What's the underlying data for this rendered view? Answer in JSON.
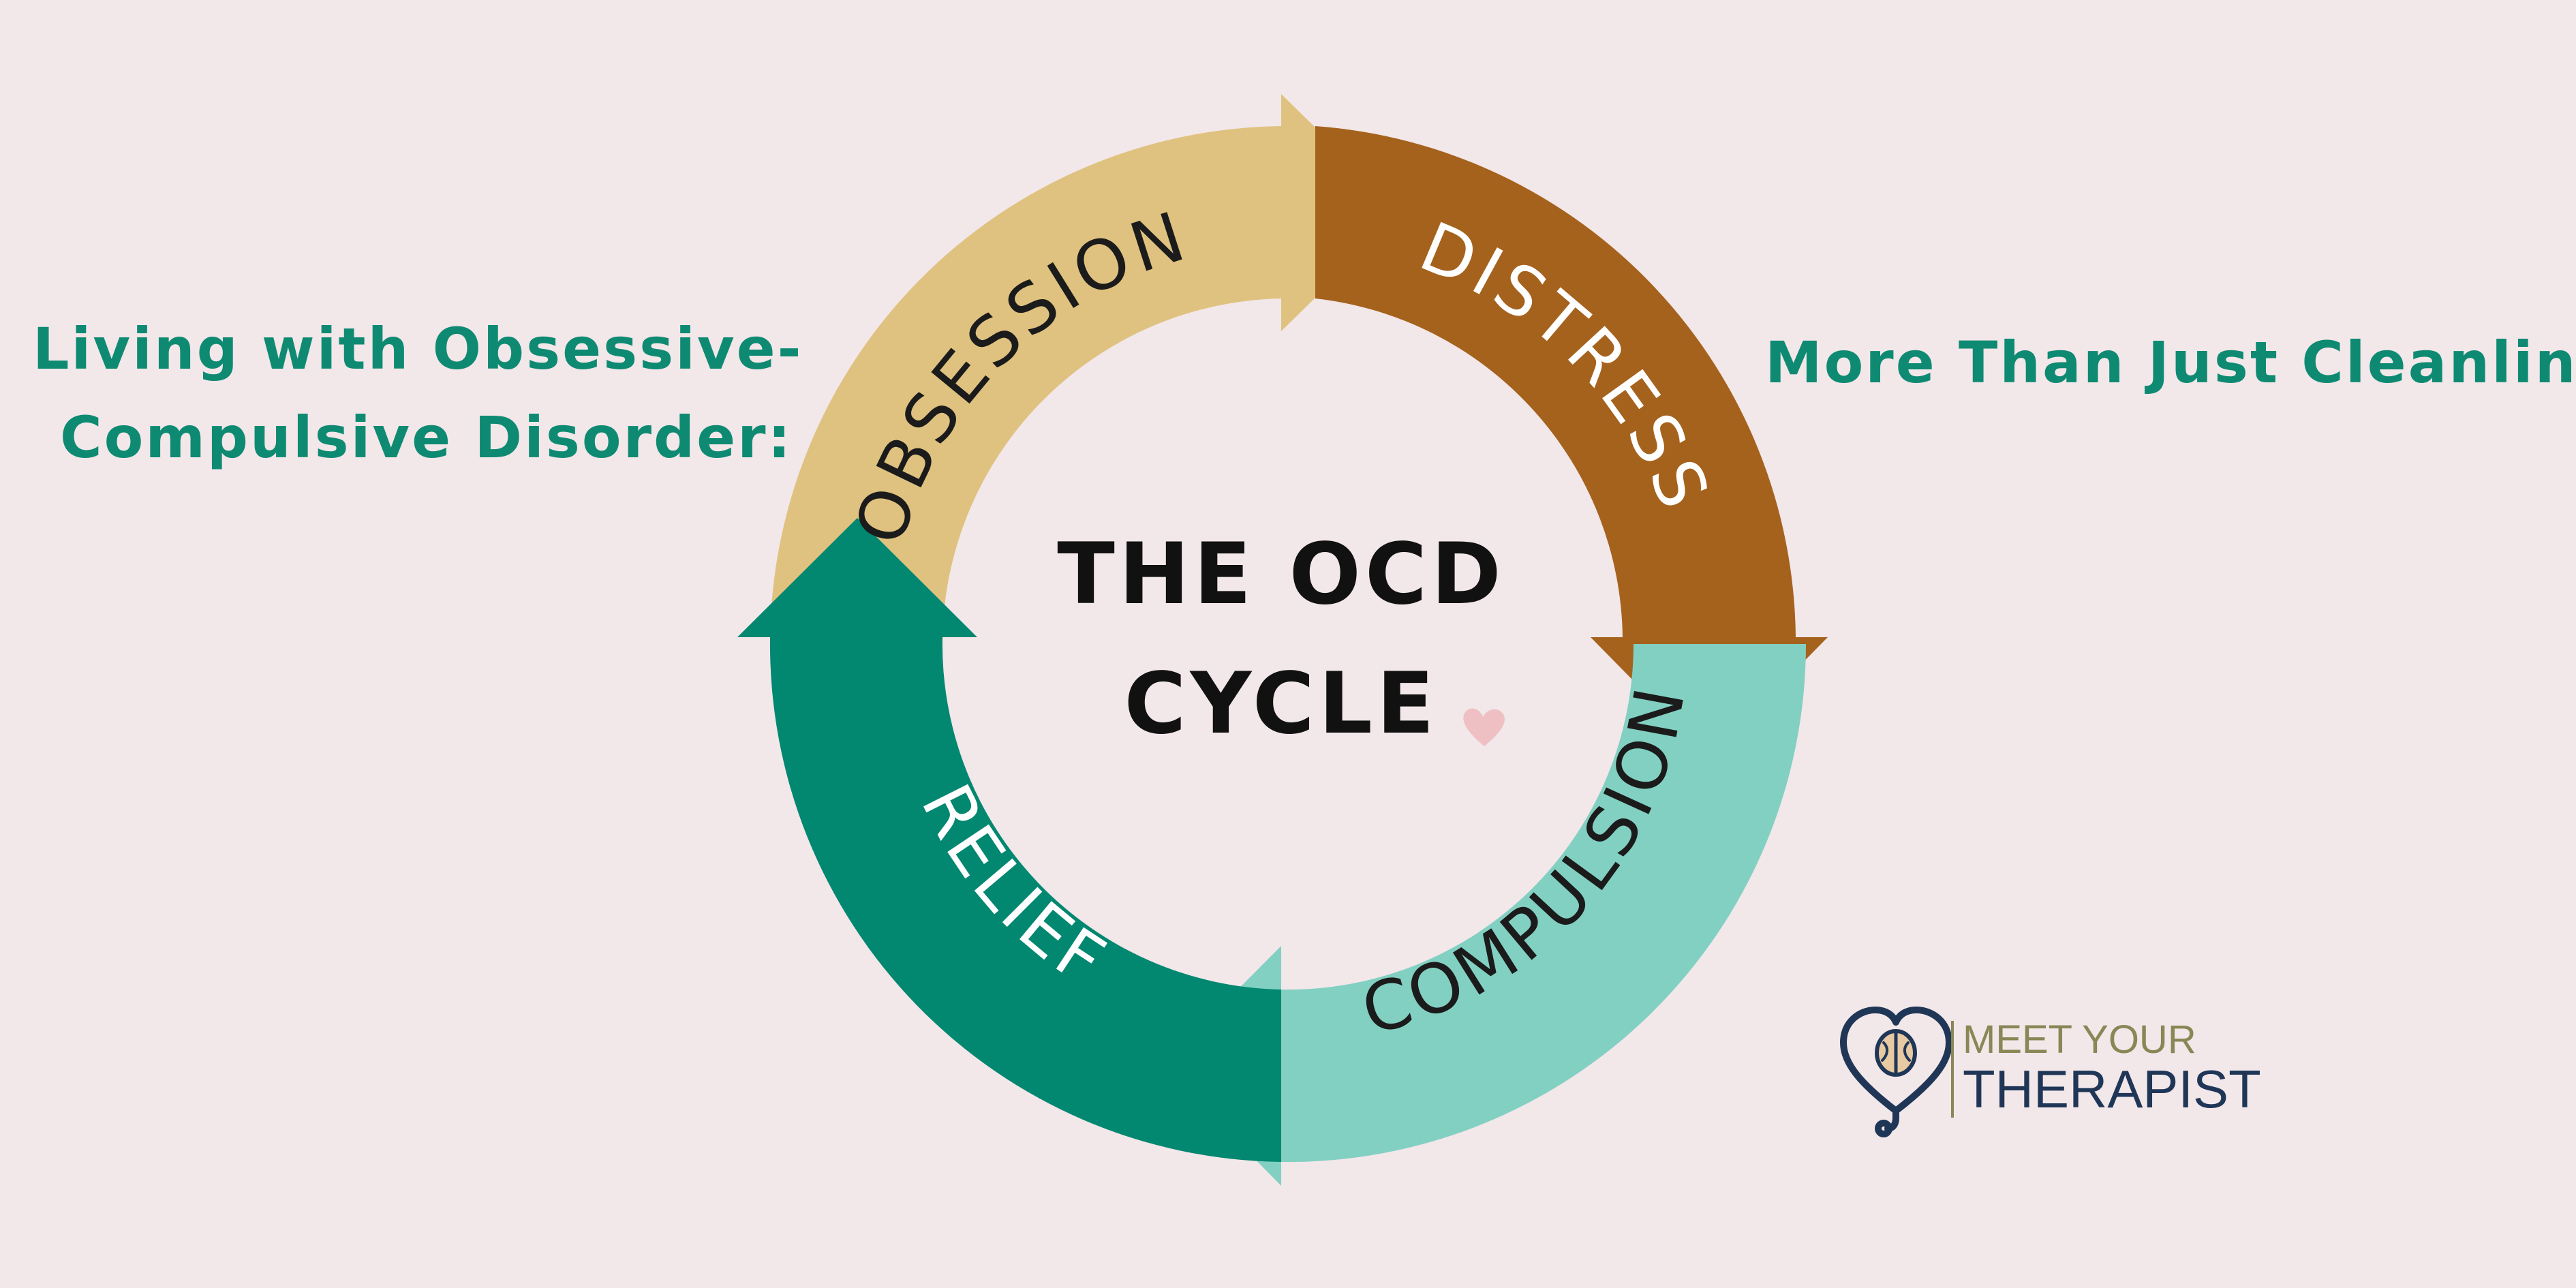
{
  "header": {
    "left_line1": "Living with Obsessive-",
    "left_line2": "Compulsive Disorder:",
    "right": "More Than Just Cleanliness"
  },
  "cycle": {
    "title_line1": "THE OCD",
    "title_line2": "CYCLE",
    "steps": [
      {
        "label": "OBSESSION",
        "color": "#dfc27f",
        "text_color": "#1b1b1b"
      },
      {
        "label": "DISTRESS",
        "color": "#a5621d",
        "text_color": "#ffffff"
      },
      {
        "label": "COMPULSION",
        "color": "#82d0c2",
        "text_color": "#1b1b1b"
      },
      {
        "label": "RELIEF",
        "color": "#028770",
        "text_color": "#ffffff"
      }
    ],
    "accent_icon": "heart-icon",
    "accent_color": "#efc0c3"
  },
  "logo": {
    "icon": "brain-heart-icon",
    "line1": "MEET YOUR",
    "line2": "THERAPIST",
    "line1_color": "#8a8655",
    "line2_color": "#1f3657"
  }
}
